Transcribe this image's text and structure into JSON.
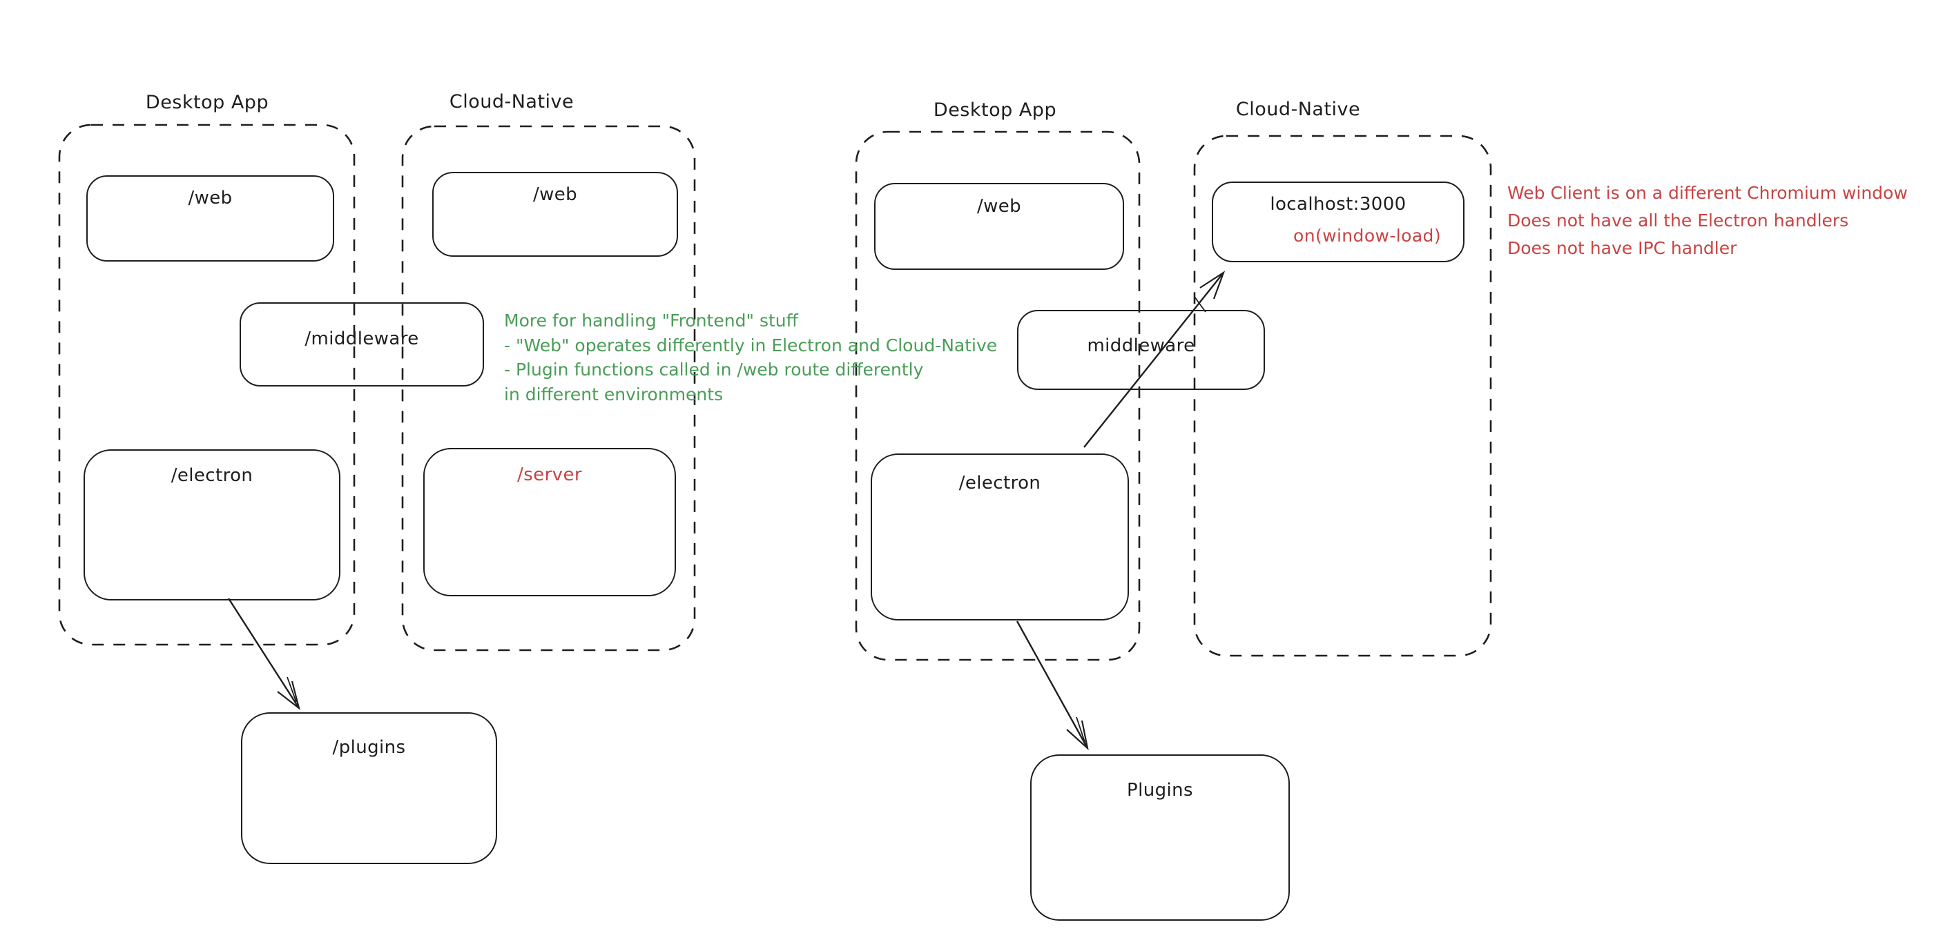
{
  "colors": {
    "ink": "#1e1e1e",
    "red": "#c94343",
    "green": "#4a9d58",
    "background": "#ffffff"
  },
  "left_diagram": {
    "desktop_app": {
      "title": "Desktop App",
      "web_label": "/web",
      "electron_label": "/electron"
    },
    "cloud_native": {
      "title": "Cloud-Native",
      "web_label": "/web",
      "server_label": "/server"
    },
    "middleware_label": "/middleware",
    "plugins_label": "/plugins",
    "green_note": {
      "line1": "More for handling \"Frontend\" stuff",
      "line2": "- \"Web\" operates differently in Electron and Cloud-Native",
      "line3": "- Plugin functions called in /web route differently",
      "line4": "in different environments"
    }
  },
  "right_diagram": {
    "desktop_app": {
      "title": "Desktop App",
      "web_label": "/web",
      "electron_label": "/electron"
    },
    "cloud_native": {
      "title": "Cloud-Native",
      "localhost_label": "localhost:3000",
      "window_load_label": "on(window-load)"
    },
    "middleware_label": "middleware",
    "plugins_label": "Plugins",
    "red_note": {
      "line1": "Web Client is on a different Chromium window",
      "line2": "Does not have all the Electron handlers",
      "line3": "Does not have IPC handler"
    }
  }
}
